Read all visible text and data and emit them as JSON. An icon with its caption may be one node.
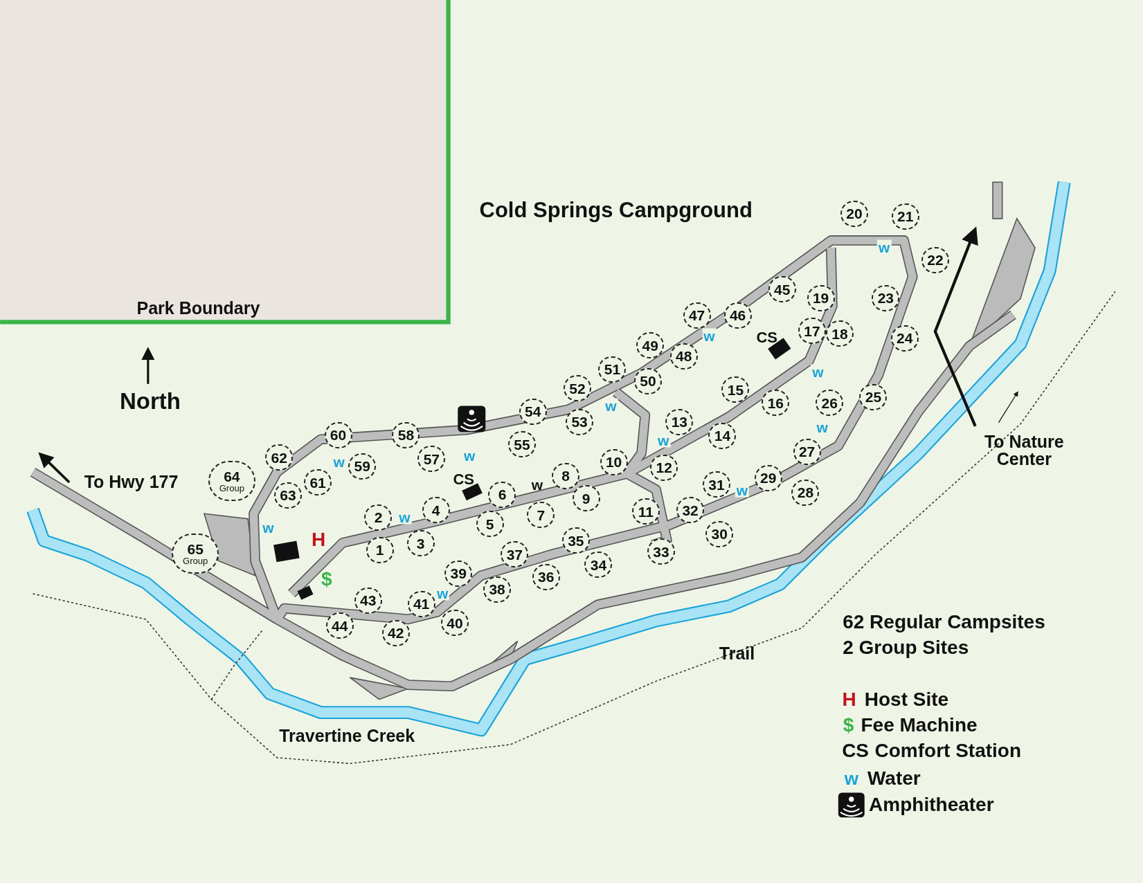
{
  "diagram": {
    "title": "Cold Springs Campground",
    "nodes": [
      {
        "text": [
          "1"
        ]
      },
      {
        "text": [
          "2"
        ]
      },
      {
        "text": [
          "3"
        ]
      },
      {
        "text": [
          "4"
        ]
      },
      {
        "text": [
          "5"
        ]
      },
      {
        "text": [
          "6"
        ]
      },
      {
        "text": [
          "7"
        ]
      },
      {
        "text": [
          "8"
        ]
      },
      {
        "text": [
          "9"
        ]
      },
      {
        "text": [
          "10"
        ]
      },
      {
        "text": [
          "11"
        ]
      },
      {
        "text": [
          "12"
        ]
      },
      {
        "text": [
          "13"
        ]
      },
      {
        "text": [
          "14"
        ]
      },
      {
        "text": [
          "15"
        ]
      },
      {
        "text": [
          "16"
        ]
      },
      {
        "text": [
          "17"
        ]
      },
      {
        "text": [
          "18"
        ]
      },
      {
        "text": [
          "19"
        ]
      },
      {
        "text": [
          "20"
        ]
      },
      {
        "text": [
          "21"
        ]
      },
      {
        "text": [
          "22"
        ]
      },
      {
        "text": [
          "23"
        ]
      },
      {
        "text": [
          "24"
        ]
      },
      {
        "text": [
          "25"
        ]
      },
      {
        "text": [
          "26"
        ]
      },
      {
        "text": [
          "27"
        ]
      },
      {
        "text": [
          "28"
        ]
      },
      {
        "text": [
          "29"
        ]
      },
      {
        "text": [
          "30"
        ]
      },
      {
        "text": [
          "31"
        ]
      },
      {
        "text": [
          "32"
        ]
      },
      {
        "text": [
          "33"
        ]
      },
      {
        "text": [
          "34"
        ]
      },
      {
        "text": [
          "35"
        ]
      },
      {
        "text": [
          "36"
        ]
      },
      {
        "text": [
          "37"
        ]
      },
      {
        "text": [
          "38"
        ]
      },
      {
        "text": [
          "39"
        ]
      },
      {
        "text": [
          "40"
        ]
      },
      {
        "text": [
          "41"
        ]
      },
      {
        "text": [
          "42"
        ]
      },
      {
        "text": [
          "43"
        ]
      },
      {
        "text": [
          "44"
        ]
      },
      {
        "text": [
          "45"
        ]
      },
      {
        "text": [
          "46"
        ]
      },
      {
        "text": [
          "47"
        ]
      },
      {
        "text": [
          "48"
        ]
      },
      {
        "text": [
          "49"
        ]
      },
      {
        "text": [
          "50"
        ]
      },
      {
        "text": [
          "51"
        ]
      },
      {
        "text": [
          "52"
        ]
      },
      {
        "text": [
          "53"
        ]
      },
      {
        "text": [
          "54"
        ]
      },
      {
        "text": [
          "55"
        ]
      },
      {
        "text": [
          "57"
        ]
      },
      {
        "text": [
          "58"
        ]
      },
      {
        "text": [
          "59"
        ]
      },
      {
        "text": [
          "60"
        ]
      },
      {
        "text": [
          "61"
        ]
      },
      {
        "text": [
          "62"
        ]
      },
      {
        "text": [
          "63"
        ]
      },
      {
        "text": [
          "64",
          "Group"
        ]
      },
      {
        "text": [
          "65",
          "Group"
        ]
      }
    ],
    "labels": [
      "Park Boundary",
      "North",
      "To Hwy 177",
      "To Nature Center",
      "Trail",
      "Travertine Creek",
      "62 Regular Campsites",
      "2 Group Sites",
      "w",
      "w",
      "CS",
      "w",
      "w",
      "w",
      "w",
      "w",
      "w",
      "CS",
      "w",
      "w",
      "w",
      "w",
      "H",
      "$",
      "w",
      "H",
      "$",
      "CS",
      "w"
    ],
    "legend": [
      {
        "text": "Host Site"
      },
      {
        "text": "Fee Machine"
      },
      {
        "text": "Comfort Station"
      },
      {
        "text": "Water"
      },
      {
        "text": "Amphitheater"
      }
    ]
  }
}
